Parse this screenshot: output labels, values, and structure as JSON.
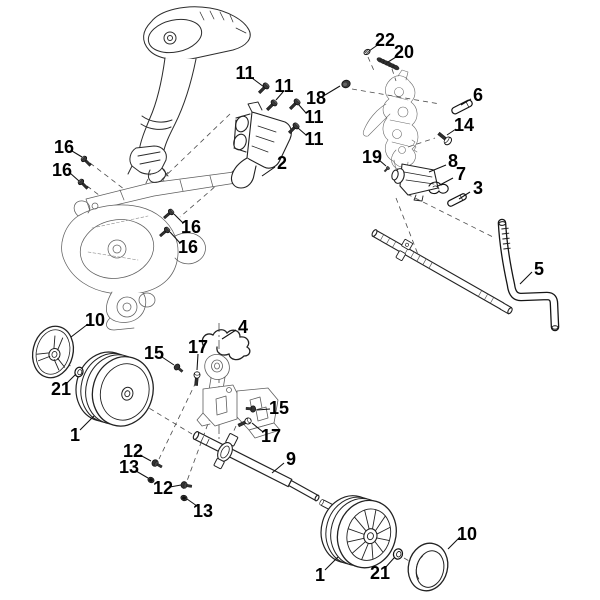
{
  "figure": {
    "type": "exploded-parts-diagram",
    "description_visible_content_only": true,
    "visible_part_numbers": [
      "1",
      "2",
      "3",
      "4",
      "5",
      "6",
      "7",
      "8",
      "9",
      "10",
      "11",
      "12",
      "13",
      "14",
      "15",
      "16",
      "17",
      "18",
      "19",
      "20",
      "21",
      "22"
    ]
  },
  "colors": {
    "background": "#ffffff",
    "line": "#1f1f1f",
    "fine_line": "#5f5f5f",
    "label": "#000000"
  },
  "callouts": [
    {
      "id": "11-a",
      "label": "11"
    },
    {
      "id": "11-b",
      "label": "11"
    },
    {
      "id": "22",
      "label": "22"
    },
    {
      "id": "20",
      "label": "20"
    },
    {
      "id": "18",
      "label": "18"
    },
    {
      "id": "11-c",
      "label": "11"
    },
    {
      "id": "11-d",
      "label": "11"
    },
    {
      "id": "6",
      "label": "6"
    },
    {
      "id": "2",
      "label": "2"
    },
    {
      "id": "14",
      "label": "14"
    },
    {
      "id": "16-a",
      "label": "16"
    },
    {
      "id": "16-b",
      "label": "16"
    },
    {
      "id": "19",
      "label": "19"
    },
    {
      "id": "8",
      "label": "8"
    },
    {
      "id": "7",
      "label": "7"
    },
    {
      "id": "3",
      "label": "3"
    },
    {
      "id": "16-c",
      "label": "16"
    },
    {
      "id": "16-d",
      "label": "16"
    },
    {
      "id": "5",
      "label": "5"
    },
    {
      "id": "10-a",
      "label": "10"
    },
    {
      "id": "4",
      "label": "4"
    },
    {
      "id": "17-a",
      "label": "17"
    },
    {
      "id": "15-a",
      "label": "15"
    },
    {
      "id": "21-a",
      "label": "21"
    },
    {
      "id": "15-b",
      "label": "15"
    },
    {
      "id": "17-b",
      "label": "17"
    },
    {
      "id": "1-a",
      "label": "1"
    },
    {
      "id": "12-a",
      "label": "12"
    },
    {
      "id": "13-a",
      "label": "13"
    },
    {
      "id": "9",
      "label": "9"
    },
    {
      "id": "12-b",
      "label": "12"
    },
    {
      "id": "13-b",
      "label": "13"
    },
    {
      "id": "1-b",
      "label": "1"
    },
    {
      "id": "21-b",
      "label": "21"
    },
    {
      "id": "10-b",
      "label": "10"
    }
  ]
}
